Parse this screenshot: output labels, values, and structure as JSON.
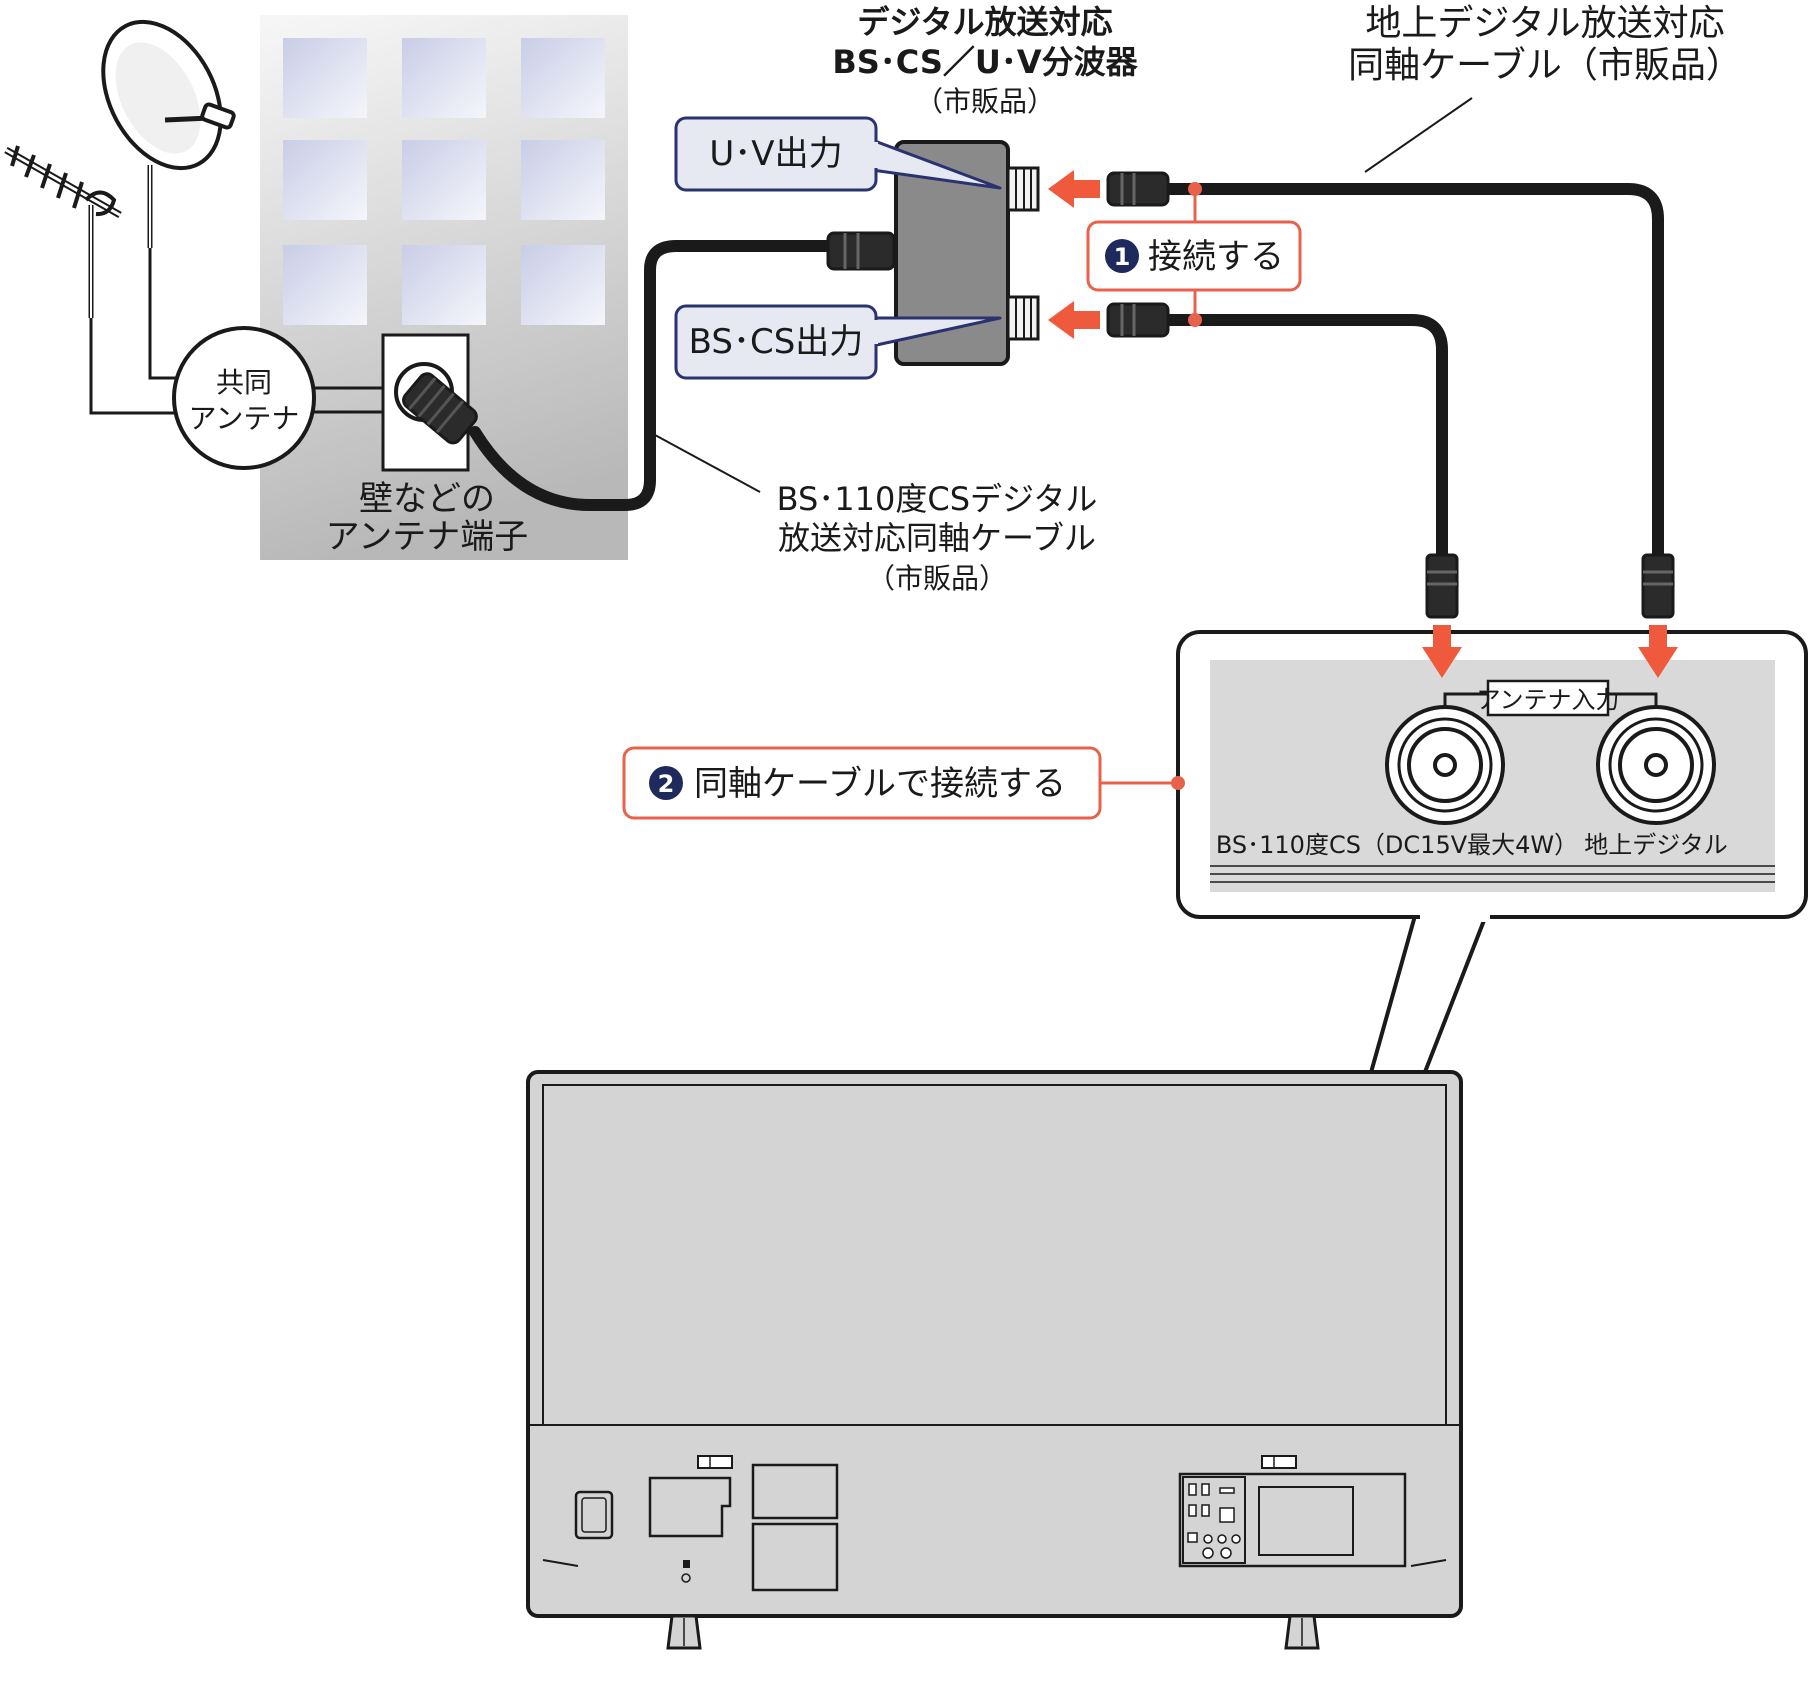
{
  "labels": {
    "splitter_title_1": "デジタル放送対応",
    "splitter_title_2": "BS･CS／U･V分波器",
    "splitter_note": "（市販品）",
    "uhf_cable_title_1": "地上デジタル放送対応",
    "uhf_cable_title_2": "同軸ケーブル（市販品）",
    "uv_output": "U･V出力",
    "bscs_output": "BS･CS出力",
    "shared_antenna_1": "共同",
    "shared_antenna_2": "アンテナ",
    "wall_terminal_1": "壁などの",
    "wall_terminal_2": "アンテナ端子",
    "bs_cable_1": "BS･110度CSデジタル",
    "bs_cable_2": "放送対応同軸ケーブル",
    "bs_cable_note": "（市販品）",
    "antenna_input": "アンテナ入力",
    "bs_port_label": "BS･110度CS（DC15V最大4W）",
    "terrestrial_port_label": "地上デジタル"
  },
  "steps": [
    {
      "number": "1",
      "text": "接続する"
    },
    {
      "number": "2",
      "text": "同軸ケーブルで接続する"
    }
  ],
  "colors": {
    "callout_border": "#e8624a",
    "arrow": "#ef5a3c",
    "step_badge": "#1f2a5c",
    "bubble_fill": "#e6e8f2",
    "bubble_border": "#2a3270",
    "tv_body": "#d4d4d4",
    "splitter_body": "#8a8a8a"
  }
}
